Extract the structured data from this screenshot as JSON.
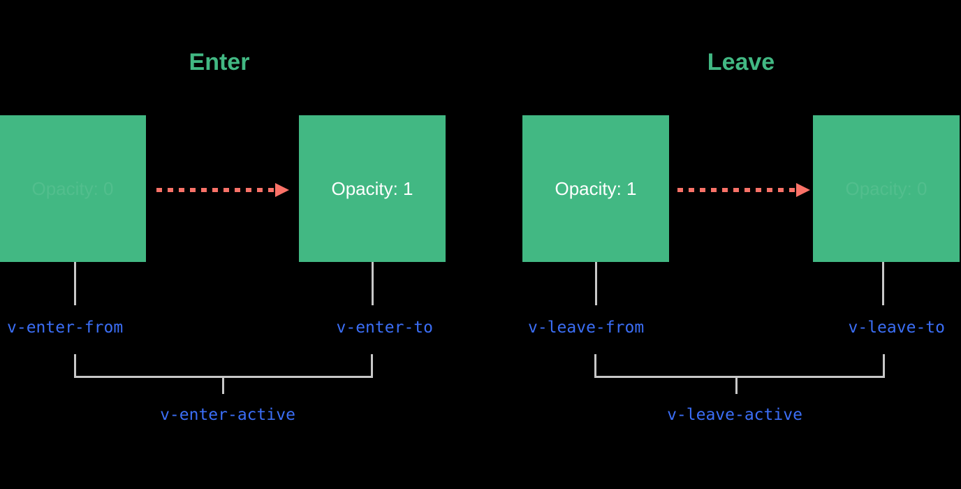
{
  "diagram": {
    "title_enter": "Enter",
    "title_leave": "Leave",
    "background_color": "#000000",
    "box_color": "#42b883",
    "accent_green": "#42b883",
    "arrow_color": "#fa7268",
    "label_color": "#3b6ef6",
    "leader_color": "#c8c8c8"
  },
  "enter": {
    "heading": "Enter",
    "from_box": {
      "state_text": "Opacity: 0",
      "class_name": "v-enter-from",
      "faded": "true"
    },
    "to_box": {
      "state_text": "Opacity: 1",
      "class_name": "v-enter-to",
      "faded": "false"
    },
    "active_class": "v-enter-active"
  },
  "leave": {
    "heading": "Leave",
    "from_box": {
      "state_text": "Opacity: 1",
      "class_name": "v-leave-from",
      "faded": "false"
    },
    "to_box": {
      "state_text": "Opacity: 0",
      "class_name": "v-leave-to",
      "faded": "true"
    },
    "active_class": "v-leave-active"
  }
}
